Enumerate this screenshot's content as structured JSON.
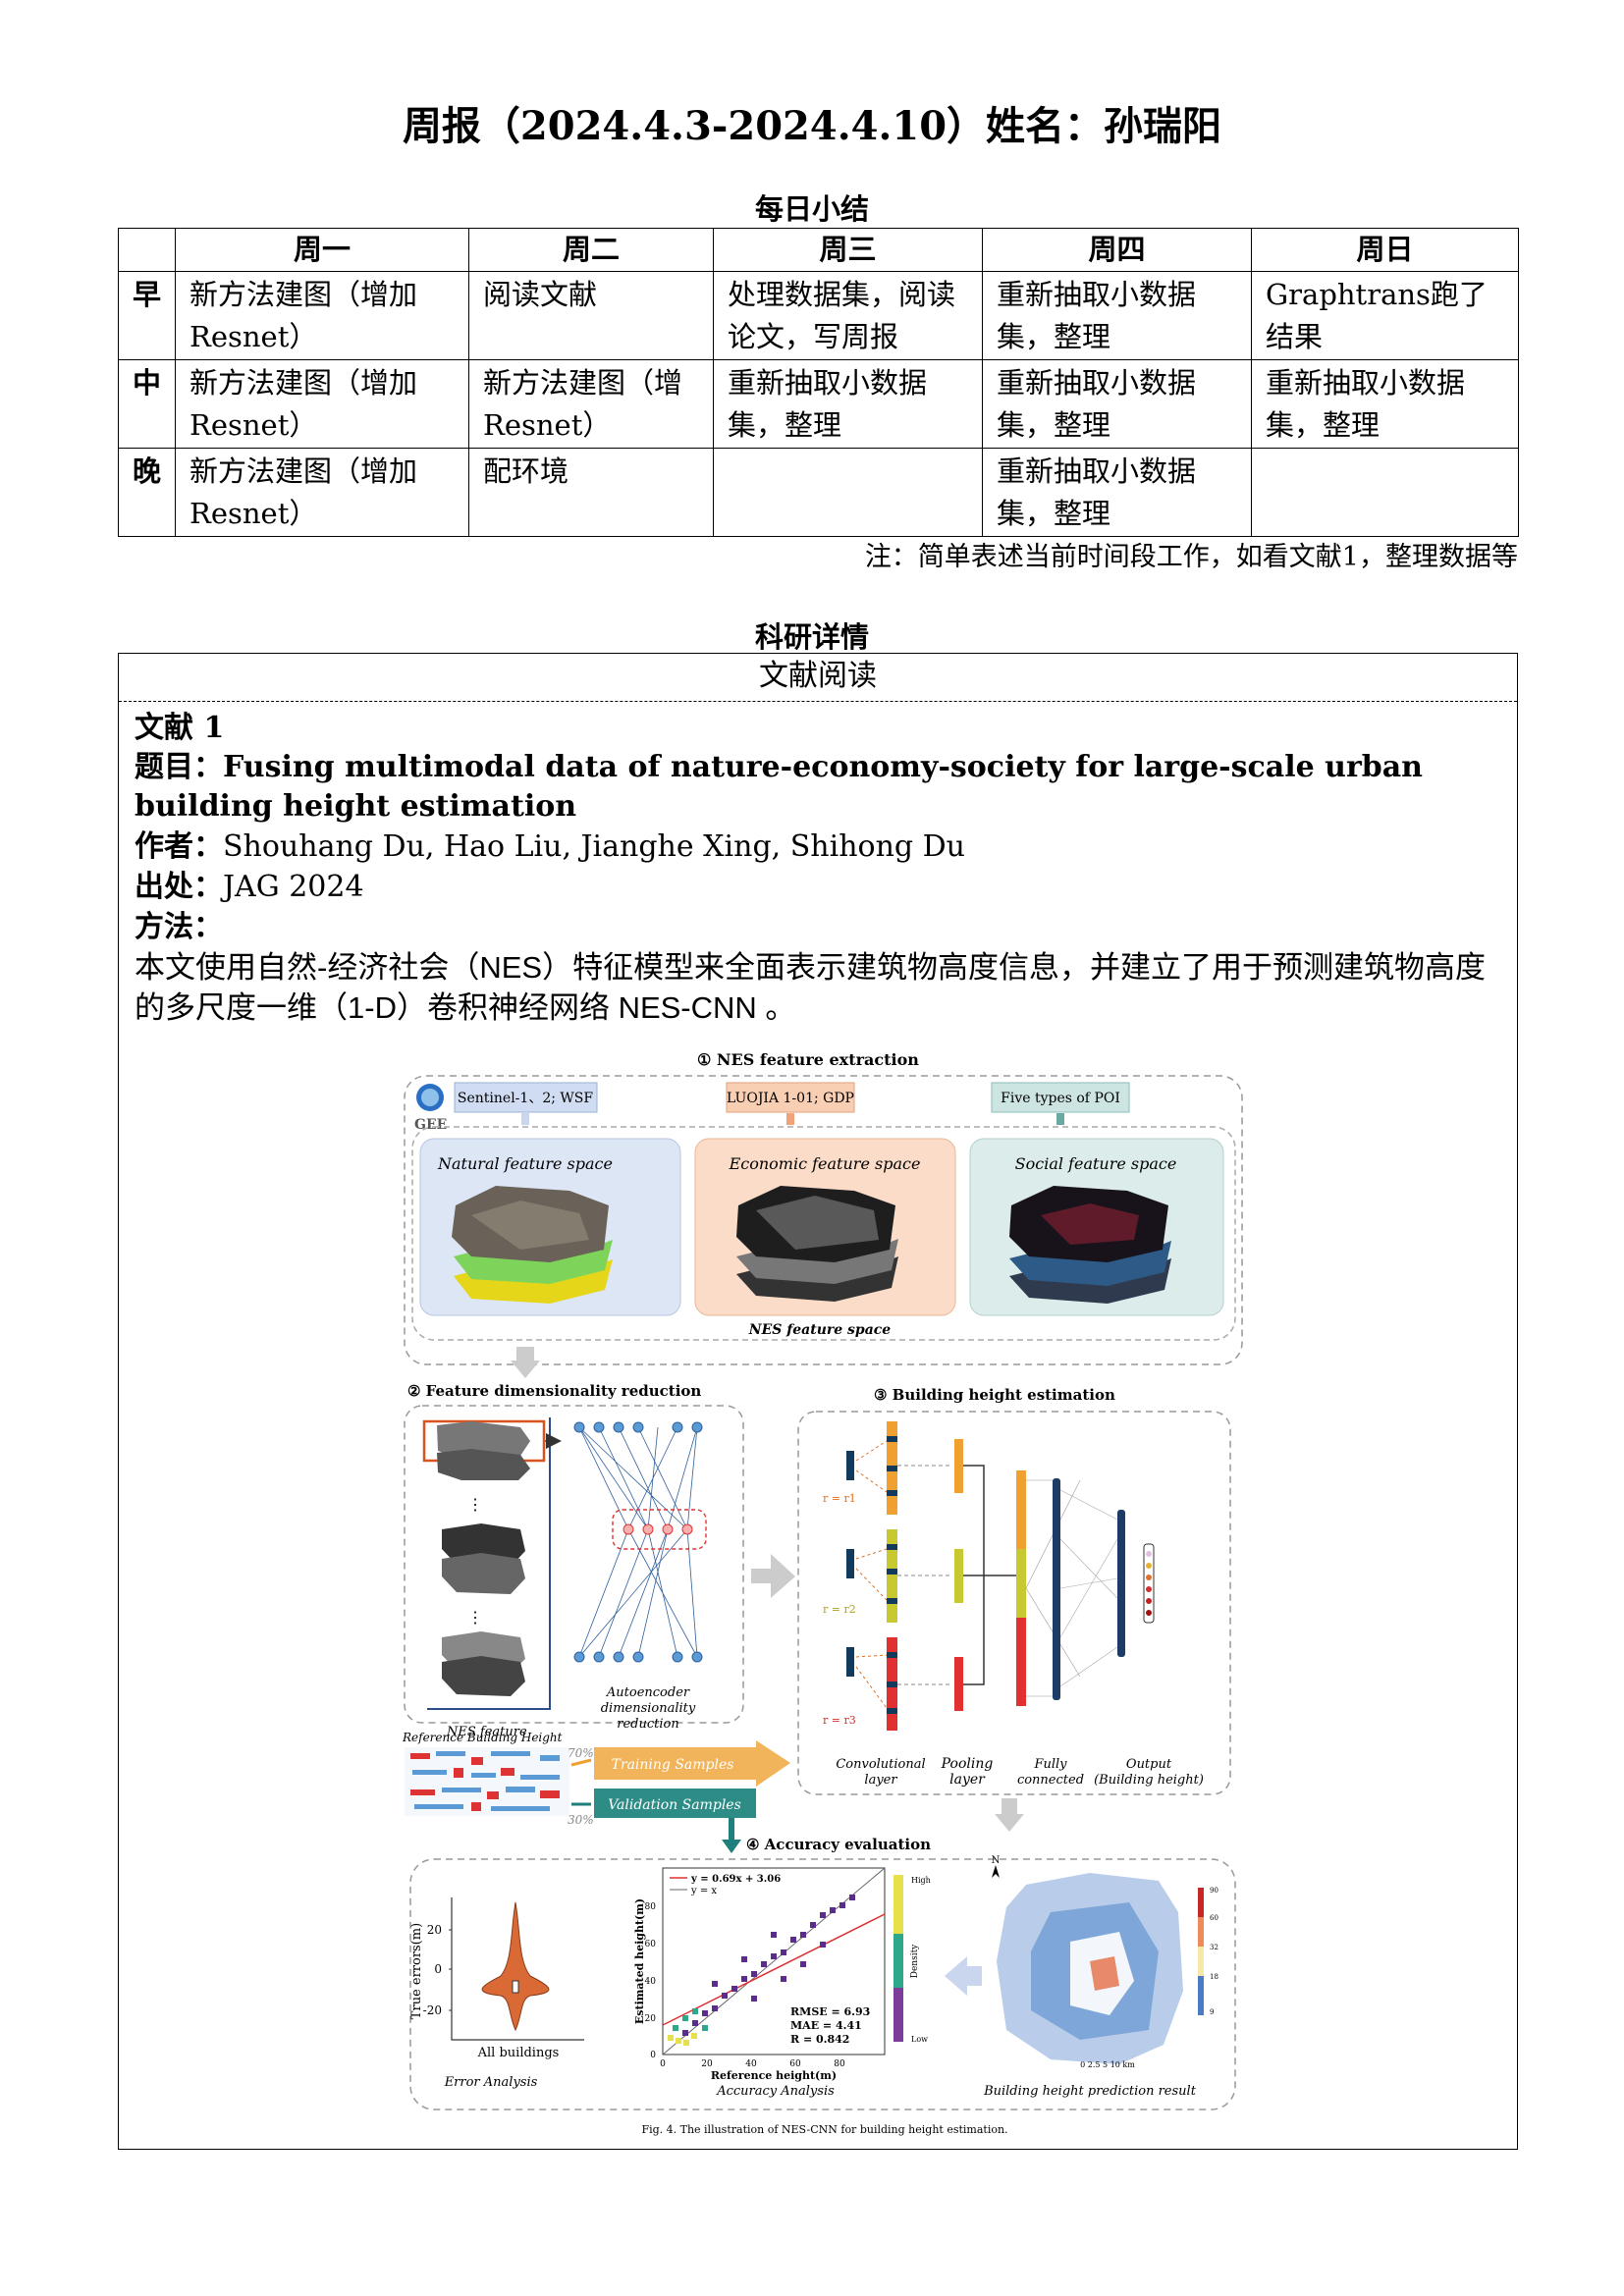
{
  "title": "周报（2024.4.3-2024.4.10）姓名：孙瑞阳",
  "daily_summary": {
    "heading": "每日小结",
    "days": [
      "周一",
      "周二",
      "周三",
      "周四",
      "周日"
    ],
    "rows": [
      {
        "period": "早",
        "cells": [
          "新方法建图（增加Resnet）",
          "阅读文献",
          "处理数据集，阅读论文，写周报",
          "重新抽取小数据集，整理",
          "Graphtrans跑了结果"
        ]
      },
      {
        "period": "中",
        "cells": [
          "新方法建图（增加Resnet）",
          "新方法建图（增Resnet）",
          "重新抽取小数据集，整理",
          "重新抽取小数据集，整理",
          "重新抽取小数据集，整理"
        ]
      },
      {
        "period": "晚",
        "cells": [
          "新方法建图（增加Resnet）",
          "配环境",
          "",
          "重新抽取小数据集，整理",
          ""
        ]
      }
    ],
    "note": "注：简单表述当前时间段工作，如看文献1，整理数据等"
  },
  "research": {
    "heading": "科研详情",
    "box_title": "文献阅读",
    "paper_no": "文献 1",
    "title_label": "题目：",
    "paper_title": "Fusing multimodal data of nature-economy-society for large-scale urban building height estimation",
    "authors_label": "作者：",
    "authors": "Shouhang Du, Hao Liu, Jianghe Xing, Shihong Du",
    "source_label": "出处：",
    "source": "JAG 2024",
    "method_label": "方法：",
    "method_text": "本文使用自然-经济社会（NES）特征模型来全面表示建筑物高度信息，并建立了用于预测建筑物高度的多尺度一维（1-D）卷积神经网络 NES-CNN 。"
  },
  "figure": {
    "caption": "Fig. 4.  The illustration of NES-CNN for building height estimation.",
    "step1_title": "① NES feature extraction",
    "gee_label": "GEE",
    "source_natural": "Sentinel-1、2; WSF",
    "source_economic": "LUOJIA 1-01; GDP",
    "source_social": "Five types of  POI",
    "space_natural": "Natural feature space",
    "space_economic": "Economic feature space",
    "space_social": "Social feature space",
    "nes_space": "NES feature space",
    "step2_title": "② Feature dimensionality reduction",
    "nes_feature": "NES feature",
    "autoencoder": [
      "Autoencoder",
      "dimensionality",
      "reduction"
    ],
    "step3_title": "③ Building height estimation",
    "r1": "r = r1",
    "r2": "r = r2",
    "r3": "r = r3",
    "layer_conv": [
      "Convolutional",
      "layer"
    ],
    "layer_pool": [
      "Pooling",
      "layer"
    ],
    "layer_fc": [
      "Fully",
      "connected"
    ],
    "layer_out": [
      "Output",
      "(Building height)"
    ],
    "ref_height": "Reference Building Height",
    "pct70": "70%",
    "pct30": "30%",
    "training": "Training Samples",
    "validation": "Validation Samples",
    "step4_title": "④ Accuracy evaluation",
    "violin_ylabel": "True errors(m)",
    "violin_ticks": [
      "20",
      "0",
      "-20"
    ],
    "violin_xlabel": "All buildings",
    "error_analysis": "Error Analysis",
    "scatter_legend": [
      "y = 0.69x + 3.06",
      "y = x"
    ],
    "scatter_ylabel": "Estimated height(m)",
    "scatter_xlabel": "Reference height(m)",
    "scatter_xticks": [
      "0",
      "20",
      "40",
      "60",
      "80"
    ],
    "scatter_yticks": [
      "0",
      "20",
      "40",
      "60",
      "80"
    ],
    "density_label": "Density",
    "density_high": "High",
    "density_low": "Low",
    "metrics": [
      "RMSE = 6.93",
      "MAE = 4.41",
      "R = 0.842"
    ],
    "accuracy_analysis": "Accuracy Analysis",
    "map_label": "Building height prediction result",
    "map_scale": "0  2.5   5        10 km",
    "map_legend": [
      "90",
      "60",
      "32",
      "18",
      "9"
    ],
    "north": "N",
    "colors": {
      "blue_panel": "#dde6f5",
      "orange_panel": "#fbdcc8",
      "teal_panel": "#dcecea",
      "orange": "#f0a030",
      "teal": "#1f7f7a",
      "node": "#5b9bd5"
    }
  }
}
